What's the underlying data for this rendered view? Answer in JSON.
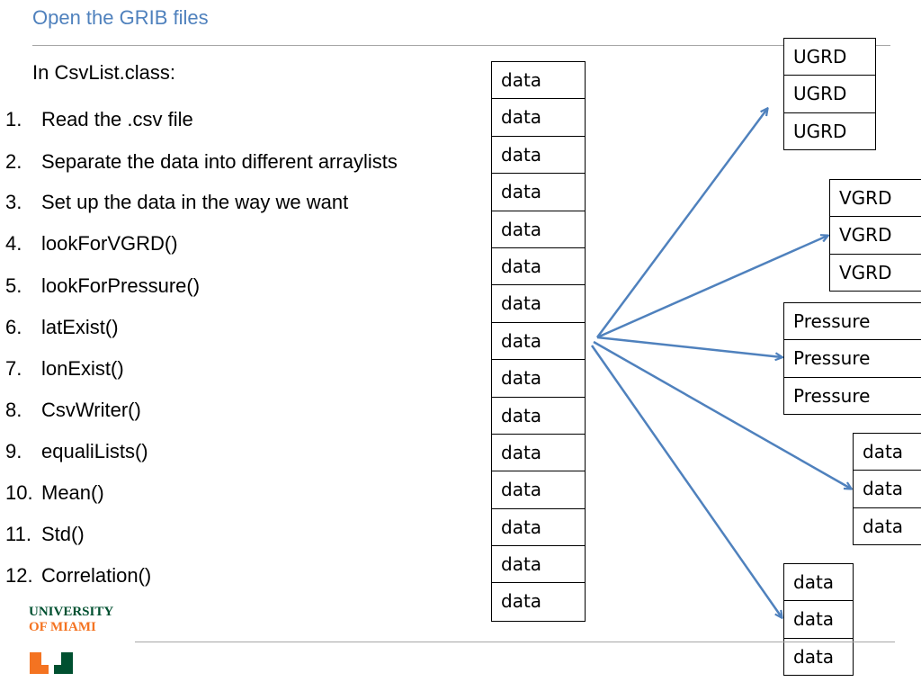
{
  "slide": {
    "title": "Open the GRIB files",
    "subtitle": "In CsvList.class:",
    "steps": [
      {
        "num": "1.",
        "text": "Read the .csv file"
      },
      {
        "num": "2.",
        "text": "Separate the data into different arraylists"
      },
      {
        "num": "3.",
        "text": "Set up the data in the way we want"
      },
      {
        "num": "4.",
        "text": "lookForVGRD()"
      },
      {
        "num": "5.",
        "text": "lookForPressure()"
      },
      {
        "num": "6.",
        "text": "latExist()"
      },
      {
        "num": "7.",
        "text": "lonExist()"
      },
      {
        "num": "8.",
        "text": "CsvWriter()"
      },
      {
        "num": "9.",
        "text": "equaliLists()"
      },
      {
        "num": "10.",
        "text": "Mean()"
      },
      {
        "num": "11.",
        "text": "Std()"
      },
      {
        "num": "12.",
        "text": "Correlation()"
      }
    ]
  },
  "diagram": {
    "source_list": [
      "data",
      "data",
      "data",
      "data",
      "data",
      "data",
      "data",
      "data",
      "data",
      "data",
      "data",
      "data",
      "data",
      "data",
      "data"
    ],
    "targets": {
      "ugrd": [
        "UGRD",
        "UGRD",
        "UGRD"
      ],
      "vgrd": [
        "VGRD",
        "VGRD",
        "VGRD"
      ],
      "pressure": [
        "Pressure",
        "Pressure",
        "Pressure"
      ],
      "data_a": [
        "data",
        "data",
        "data"
      ],
      "data_b": [
        "data",
        "data",
        "data"
      ]
    },
    "arrow_color": "#4f81bd"
  },
  "logo": {
    "line1": "UNIVERSITY",
    "line2": "OF MIAMI",
    "green": "#005030",
    "orange": "#f47321"
  }
}
